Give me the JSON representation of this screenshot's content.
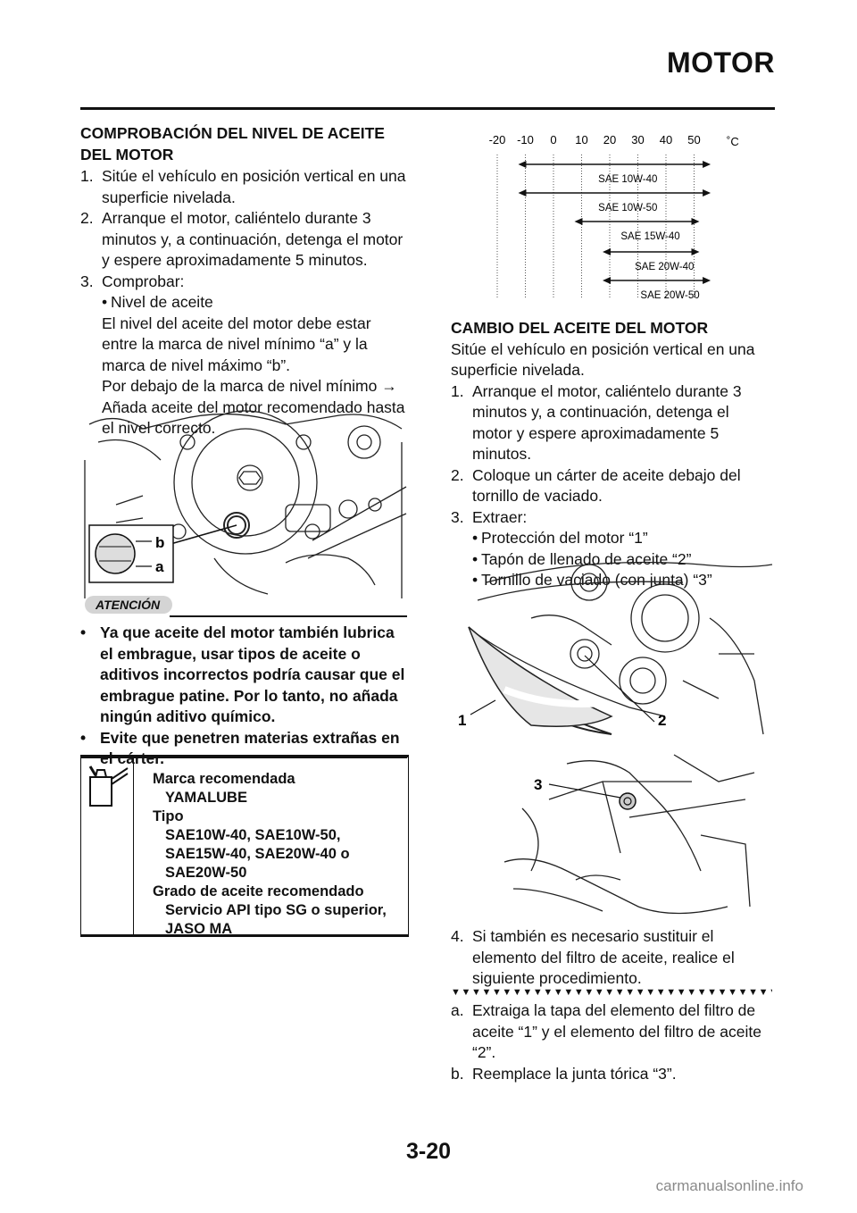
{
  "header": {
    "title": "MOTOR"
  },
  "left": {
    "heading": "COMPROBACIÓN DEL NIVEL DE ACEITE DEL MOTOR",
    "steps": [
      {
        "num": "1.",
        "text": "Sitúe el vehículo en posición vertical en una superficie nivelada."
      },
      {
        "num": "2.",
        "text": "Arranque el motor, caliéntelo durante 3 minutos y, a continuación, detenga el motor y espere aproximadamente 5 minutos."
      },
      {
        "num": "3.",
        "text": "Comprobar:"
      }
    ],
    "check_bullet": "Nivel de aceite",
    "check_text_1": "El nivel del aceite del motor debe estar entre la marca de nivel mínimo “a” y la marca de nivel máximo “b”.",
    "check_text_2": "Por debajo de la marca de nivel mínimo → Añada aceite del motor recomendado hasta el nivel correcto.",
    "figure_labels": {
      "b": "b",
      "a": "a"
    },
    "caution_label": "ATENCIÓN",
    "caution_items": [
      "Ya que aceite del motor también lubrica el embrague, usar tipos de aceite o aditivos incorrectos podría causar que el embrague patine. Por lo tanto, no añada ningún aditivo químico.",
      "Evite que penetren materias extrañas en el cárter."
    ],
    "spec": {
      "brand_label": "Marca recomendada",
      "brand_value": "YAMALUBE",
      "type_label": "Tipo",
      "type_value": "SAE10W-40, SAE10W-50, SAE15W-40, SAE20W-40 o SAE20W-50",
      "grade_label": "Grado de aceite recomendado",
      "grade_value": "Servicio API tipo SG o superior, JASO MA"
    }
  },
  "right": {
    "chart": {
      "ticks": [
        "-20",
        "-10",
        "0",
        "10",
        "20",
        "30",
        "40",
        "50"
      ],
      "unit": "˚C",
      "grades": [
        "SAE 10W-40",
        "SAE 10W-50",
        "SAE 15W-40",
        "SAE 20W-40",
        "SAE 20W-50"
      ]
    },
    "heading": "CAMBIO DEL ACEITE DEL MOTOR",
    "intro": "Sitúe el vehículo en posición vertical en una superficie nivelada.",
    "steps": [
      {
        "num": "1.",
        "text": "Arranque el motor, caliéntelo durante 3 minutos y, a continuación, detenga el motor y espere aproximadamente 5 minutos."
      },
      {
        "num": "2.",
        "text": "Coloque un cárter de aceite debajo del tornillo de vaciado."
      },
      {
        "num": "3.",
        "text": "Extraer:"
      }
    ],
    "remove_items": [
      "Protección del motor “1”",
      "Tapón de llenado de aceite “2”",
      "Tornillo de vaciado (con junta) “3”"
    ],
    "figure_labels": {
      "one": "1",
      "two": "2",
      "three": "3"
    },
    "step4": {
      "num": "4.",
      "text": "Si también es necesario sustituir el elemento del filtro de aceite, realice el siguiente procedimiento."
    },
    "sub_steps": [
      {
        "num": "a.",
        "text": "Extraiga la tapa del elemento del filtro de aceite “1” y el elemento del filtro de aceite “2”."
      },
      {
        "num": "b.",
        "text": "Reemplace la junta tórica “3”."
      }
    ]
  },
  "footer": {
    "page": "3-20",
    "watermark": "carmanualsonline.info"
  }
}
